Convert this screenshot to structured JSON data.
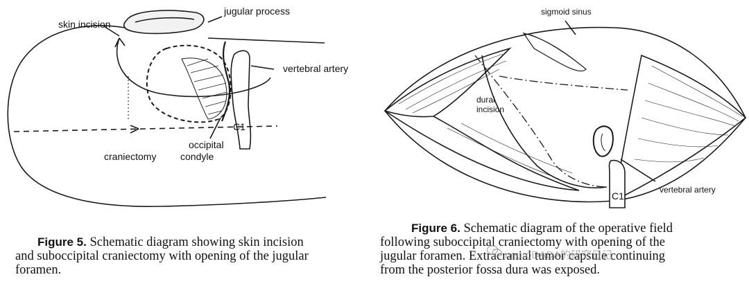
{
  "figure5": {
    "labels": {
      "skin_incision": "skin incision",
      "jugular_process": "jugular process",
      "vertebral_artery": "vertebral artery",
      "c1": "C1",
      "occipital": "occipital",
      "condyle": "condyle",
      "craniectomy": "craniectomy"
    },
    "caption": {
      "label": "Figure 5.",
      "line1": "Schematic diagram showing skin incision",
      "line2": "and suboccipital craniectomy with opening of the jugular",
      "line3": "foramen."
    }
  },
  "figure6": {
    "labels": {
      "sigmoid_sinus": "sigmoid sinus",
      "dural": "dural",
      "incision": "incision",
      "vertebral_artery": "vertebral artery",
      "c1": "C1"
    },
    "caption": {
      "label": "Figure 6.",
      "line1": "Schematic diagram of the operative field",
      "line2": "following suboccipital craniectomy with opening of the",
      "line3": "jugular foramen. Extracranial tumor capsule continuing",
      "line4": "from the posterior fossa dura was exposed."
    }
  },
  "watermark": {
    "text": "neuroDADA的研究日记",
    "icon": "wechat-icon"
  }
}
